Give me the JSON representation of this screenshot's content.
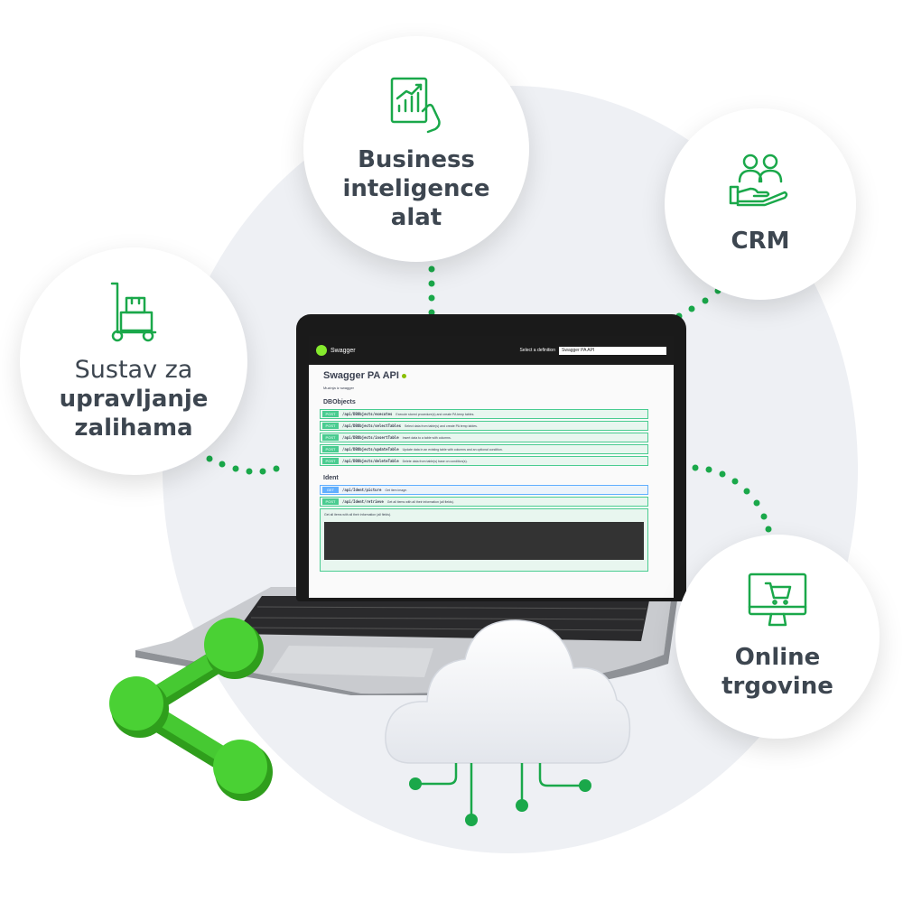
{
  "bubbles": {
    "inventory": {
      "line1": "Sustav za",
      "line2": "upravljanje",
      "line3": "zalihama",
      "icon": "hand-truck-icon"
    },
    "bi": {
      "line1": "Business",
      "line2": "inteligence",
      "line3": "alat",
      "icon": "tablet-chart-icon"
    },
    "crm": {
      "label": "CRM",
      "icon": "customers-hand-icon"
    },
    "shop": {
      "line1": "Online",
      "line2": "trgovine",
      "icon": "monitor-cart-icon"
    }
  },
  "swagger": {
    "brand": "Swagger",
    "select_label": "Select a definition",
    "select_value": "Swagger PA API",
    "title": "Swagger PA API",
    "subtitle": "Muzinja iz swagger",
    "sections": [
      {
        "name": "DBObjects",
        "operations": [
          {
            "method": "POST",
            "path": "/api/DBObjects/executes",
            "summary": "Execute stored procedure(s) and create PA temp tables."
          },
          {
            "method": "POST",
            "path": "/api/DBObjects/selectTables",
            "summary": "Select data from table(s) and create PA temp tables."
          },
          {
            "method": "POST",
            "path": "/api/DBObjects/insertTable",
            "summary": "Insert data to a table with columns."
          },
          {
            "method": "POST",
            "path": "/api/DBObjects/updateTable",
            "summary": "Update data in an existing table with columns and an optional condition."
          },
          {
            "method": "POST",
            "path": "/api/DBObjects/deleteTable",
            "summary": "Delete data from table(s) base on condition(s)."
          }
        ]
      },
      {
        "name": "Ident",
        "operations": [
          {
            "method": "GET",
            "path": "/api/Ident/picture",
            "summary": "Get item image."
          },
          {
            "method": "POST",
            "path": "/api/Ident/retrieve",
            "summary": "Get all items with all their information (all fields)."
          }
        ]
      }
    ],
    "expanded_desc": "Get all items with all their information (all fields)."
  },
  "colors": {
    "accent": "#1aa84a",
    "share_green": "#3dbb2a",
    "bg": "#eef0f4"
  }
}
